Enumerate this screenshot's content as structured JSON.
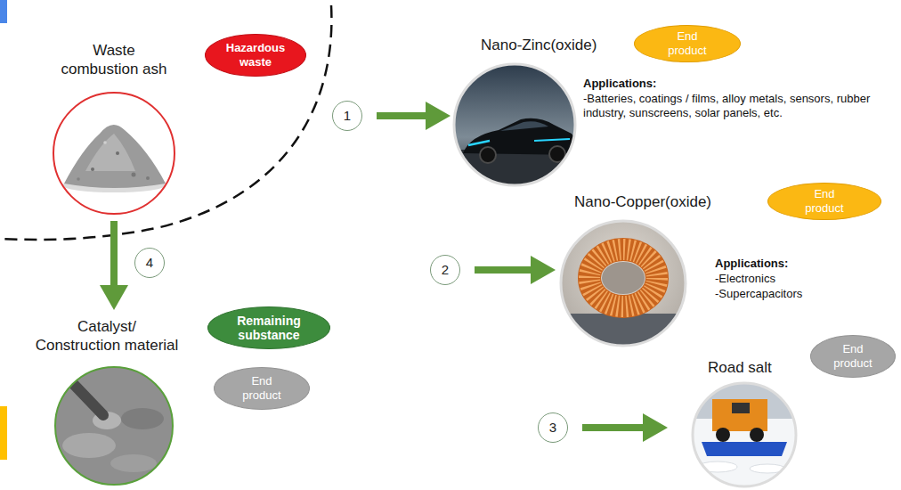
{
  "diagram": {
    "nodes": [
      {
        "text": [
          "Waste combustion ash"
        ]
      },
      {
        "text": [
          "Hazardous waste"
        ]
      },
      {
        "text": [
          "1"
        ]
      },
      {
        "text": [
          "Nano-Zinc(oxide)"
        ]
      },
      {
        "text": [
          "End product"
        ]
      },
      {
        "text": [
          "4"
        ]
      },
      {
        "text": [
          "2"
        ]
      },
      {
        "text": [
          "Nano-Copper(oxide)"
        ]
      },
      {
        "text": [
          "End product"
        ]
      },
      {
        "text": [
          "Catalyst/ Construction material"
        ]
      },
      {
        "text": [
          "Remaining substance"
        ]
      },
      {
        "text": [
          "End product"
        ]
      },
      {
        "text": [
          "Road salt"
        ]
      },
      {
        "text": [
          "End product"
        ]
      },
      {
        "text": [
          "3"
        ]
      }
    ],
    "edges": [
      {
        "from": 2,
        "to": 3,
        "arrow": "to"
      },
      {
        "from": 0,
        "to": 9,
        "arrow": "to"
      },
      {
        "from": 6,
        "to": 7,
        "arrow": "to"
      },
      {
        "from": 14,
        "to": 12,
        "arrow": "to"
      }
    ],
    "labels": [
      "Applications:",
      "-Batteries, coatings / films, alloy metals, sensors, rubber industry, sunscreens, solar panels, etc.",
      "Applications:",
      "-Electronics",
      "-Supercapacitors"
    ]
  }
}
